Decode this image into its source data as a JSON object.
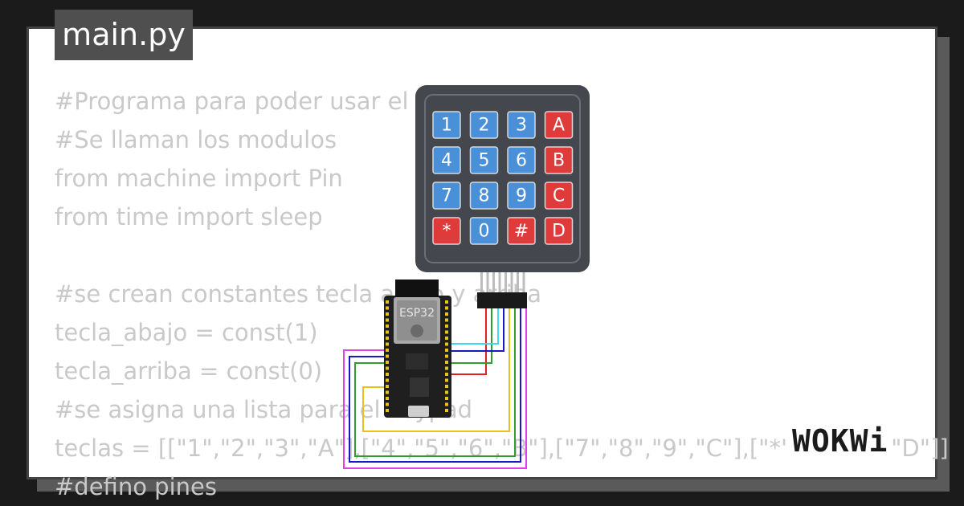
{
  "tab": {
    "filename": "main.py"
  },
  "code_lines": [
    "#Programa para poder usar el",
    "#Se llaman los modulos",
    "from machine import Pin",
    "from time import sleep",
    "",
    "#se crean constantes tecla abajo y arriba",
    "tecla_abajo = const(1)",
    "tecla_arriba = const(0)",
    "#se asigna una lista para el keypad",
    "teclas = [[\"1\",\"2\",\"3\",\"A\"],[\"4\",\"5\",\"6\",\"B\"],[\"7\",\"8\",\"9\",\"C\"],[\"*\",\"0\",\"#\",\"D\"]]",
    "#defino pines"
  ],
  "keypad": {
    "keys": [
      [
        "1",
        "2",
        "3",
        "A"
      ],
      [
        "4",
        "5",
        "6",
        "B"
      ],
      [
        "7",
        "8",
        "9",
        "C"
      ],
      [
        "*",
        "0",
        "#",
        "D"
      ]
    ],
    "colors": {
      "body": "#45474f",
      "digit_key": "#4a90d9",
      "letter_key": "#e03b3b"
    }
  },
  "board": {
    "chip_label": "ESP32",
    "body_color": "#1f1f1f"
  },
  "wire_colors": [
    "#e01f1f",
    "#2e9e2e",
    "#1818c8",
    "#40d8f0",
    "#e8c21a",
    "#e040e8",
    "#8a2be2",
    "#e01f1f"
  ],
  "brand": {
    "logo_text": "WOKWi"
  },
  "icons": {
    "wifi": "wifi-icon",
    "usb": "usb-port-icon"
  }
}
